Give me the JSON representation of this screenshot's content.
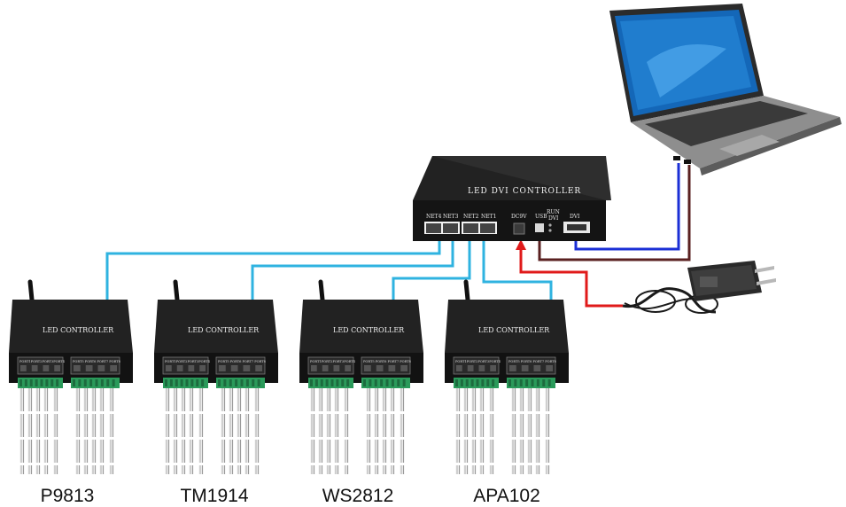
{
  "main_controller": {
    "title": "LED DVI CONTROLLER",
    "ports": [
      "NET4",
      "NET3",
      "NET2",
      "NET1"
    ],
    "power_label": "DC9V",
    "usb_label": "USB",
    "run_label": "RUN",
    "dvi_small_label": "DVI",
    "dvi_label": "DVI"
  },
  "sub_controllers": [
    {
      "title": "LED CONTROLLER",
      "chip": "P9813"
    },
    {
      "title": "LED CONTROLLER",
      "chip": "TM1914"
    },
    {
      "title": "LED CONTROLLER",
      "chip": "WS2812"
    },
    {
      "title": "LED CONTROLLER",
      "chip": "APA102"
    }
  ],
  "port_labels": [
    "PORT1",
    "PORT2",
    "PORT3",
    "PORT4",
    "PORT5",
    "PORT6",
    "PORT7",
    "PORT8"
  ],
  "colors": {
    "network_cable": "#2fb3e0",
    "usb_cable": "#1b2fd6",
    "dvi_cable": "#5a2020",
    "power_cable": "#e01a1a",
    "arrow": "#e01a1a",
    "device_body": "#1b1b1b",
    "terminal_block": "#2a9a5a"
  },
  "icons": [
    "laptop-icon",
    "power-adapter-icon",
    "arrow-up-icon"
  ]
}
